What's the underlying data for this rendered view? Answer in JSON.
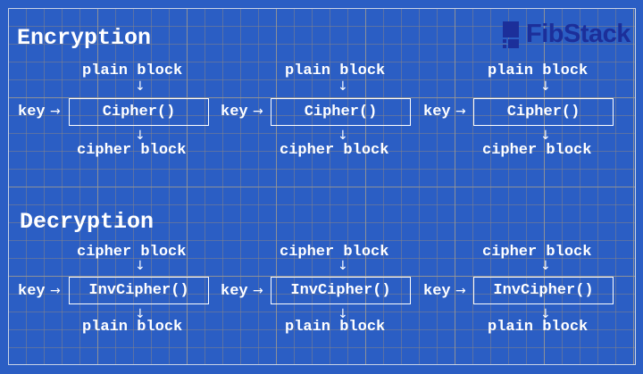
{
  "logo": {
    "text": "FibStack",
    "color": "#1c2f9a"
  },
  "colors": {
    "background": "#2b5ec4",
    "text": "#ffffff"
  },
  "encryption": {
    "title": "Encryption",
    "stages": [
      {
        "input": "plain block",
        "key": "key",
        "function": "Cipher()",
        "output": "cipher block"
      },
      {
        "input": "plain block",
        "key": "key",
        "function": "Cipher()",
        "output": "cipher block"
      },
      {
        "input": "plain block",
        "key": "key",
        "function": "Cipher()",
        "output": "cipher block"
      }
    ]
  },
  "decryption": {
    "title": "Decryption",
    "stages": [
      {
        "input": "cipher block",
        "key": "key",
        "function": "InvCipher()",
        "output": "plain block"
      },
      {
        "input": "cipher block",
        "key": "key",
        "function": "InvCipher()",
        "output": "plain block"
      },
      {
        "input": "cipher block",
        "key": "key",
        "function": "InvCipher()",
        "output": "plain block"
      }
    ]
  }
}
